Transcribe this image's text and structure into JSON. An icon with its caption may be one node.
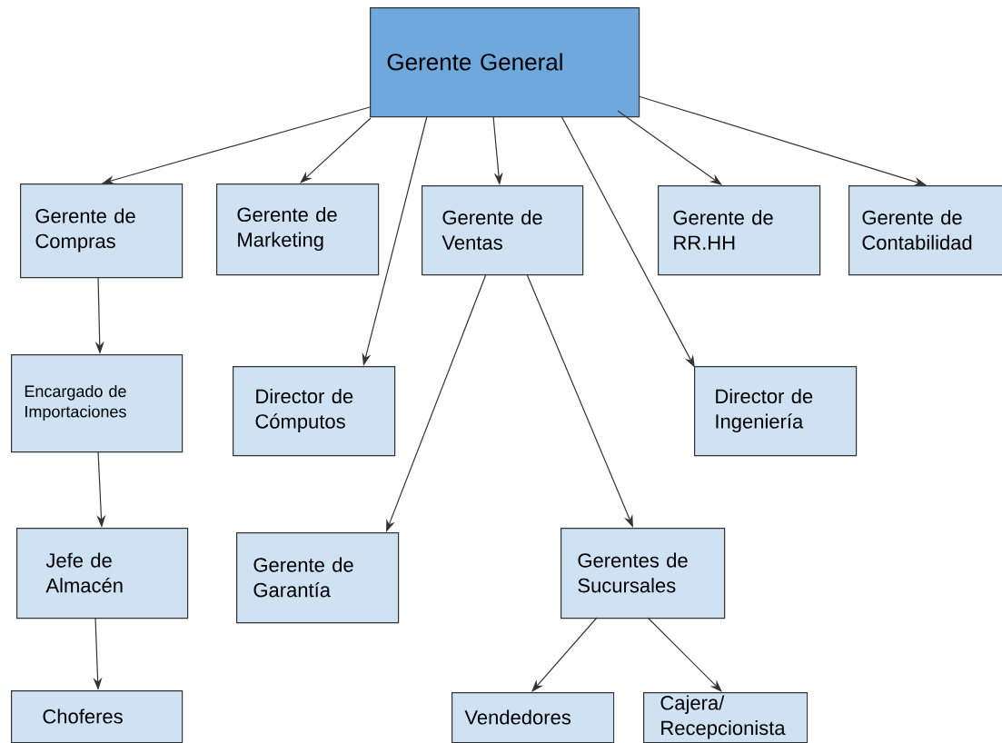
{
  "diagram": {
    "nodes": [
      {
        "text": [
          "Gerente General"
        ]
      },
      {
        "text": [
          "Gerente de Compras"
        ]
      },
      {
        "text": [
          "Gerente de Marketing"
        ]
      },
      {
        "text": [
          "Gerente de Ventas"
        ]
      },
      {
        "text": [
          "Gerente de RR.HH"
        ]
      },
      {
        "text": [
          "Gerente de Contabilidad"
        ]
      },
      {
        "text": [
          "Encargado de Importaciones"
        ]
      },
      {
        "text": [
          "Director de Cómputos"
        ]
      },
      {
        "text": [
          "Director de Ingeniería"
        ]
      },
      {
        "text": [
          "Jefe de Almacén"
        ]
      },
      {
        "text": [
          "Gerente de Garantía"
        ]
      },
      {
        "text": [
          "Gerentes de Sucursales"
        ]
      },
      {
        "text": [
          "Choferes"
        ]
      },
      {
        "text": [
          "Vendedores"
        ]
      },
      {
        "text": [
          "Cajera/ Recepcionista"
        ]
      }
    ],
    "edges": [
      {
        "from": 0,
        "to": 1,
        "arrow": "to"
      },
      {
        "from": 0,
        "to": 2,
        "arrow": "to"
      },
      {
        "from": 0,
        "to": 7,
        "arrow": "to"
      },
      {
        "from": 0,
        "to": 3,
        "arrow": "to"
      },
      {
        "from": 0,
        "to": 8,
        "arrow": "to"
      },
      {
        "from": 0,
        "to": 4,
        "arrow": "to"
      },
      {
        "from": 0,
        "to": 5,
        "arrow": "to"
      },
      {
        "from": 1,
        "to": 6,
        "arrow": "to"
      },
      {
        "from": 6,
        "to": 9,
        "arrow": "to"
      },
      {
        "from": 9,
        "to": 12,
        "arrow": "to"
      },
      {
        "from": 3,
        "to": 10,
        "arrow": "to"
      },
      {
        "from": 3,
        "to": 11,
        "arrow": "to"
      },
      {
        "from": 11,
        "to": 13,
        "arrow": "to"
      },
      {
        "from": 11,
        "to": 14,
        "arrow": "to"
      }
    ]
  }
}
